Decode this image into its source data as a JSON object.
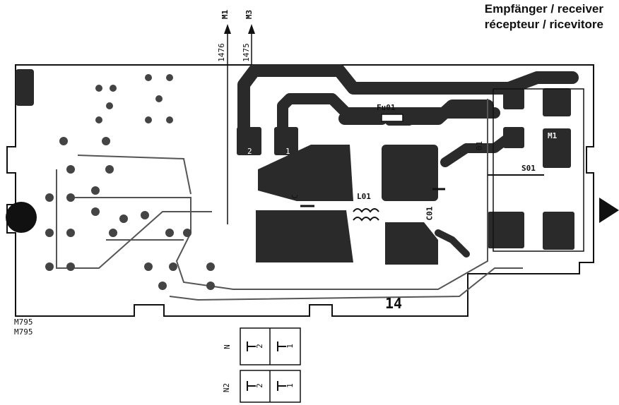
{
  "header": {
    "title_line1": "Empfänger / receiver",
    "title_line2": "récepteur / ricevitore"
  },
  "wires": {
    "m1": "M1",
    "m3": "M3",
    "n1476": "1476",
    "n1475": "1475"
  },
  "components": {
    "fuse": "Fu01",
    "coil": "L01",
    "cap": "C01",
    "cap_small": "C",
    "diode": "01",
    "switch": "S01",
    "m1_pad": "M1",
    "pad_2": "2",
    "pad_1": "1",
    "mark_14": "14",
    "board_id_1": "M795",
    "board_id_2": "M795"
  },
  "connectors": {
    "n_label": "N",
    "n2_label": "N2",
    "n_pin2": "2",
    "n_pin1": "1",
    "n2_pin2": "2",
    "n2_pin1": "1"
  },
  "colors": {
    "copper": "#2a2a2a",
    "outline": "#111111",
    "background": "#ffffff"
  }
}
